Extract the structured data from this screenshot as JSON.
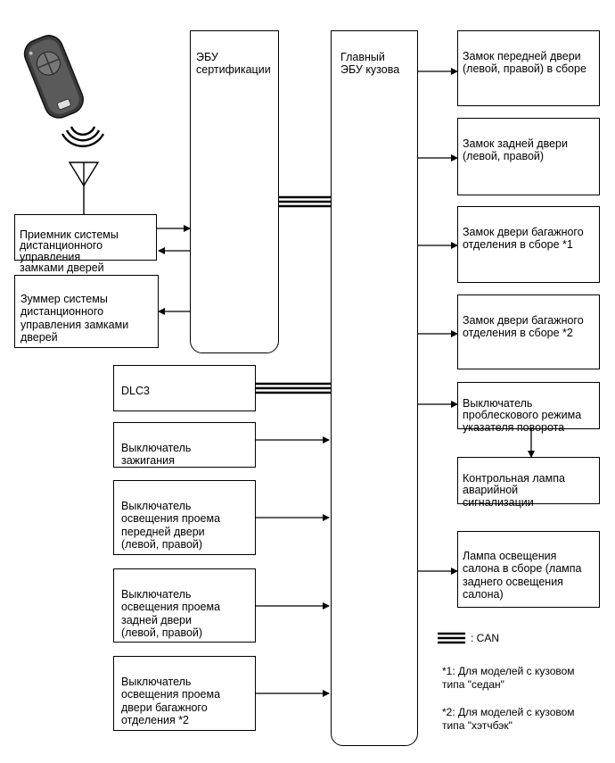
{
  "ecus": {
    "certification": "ЭБУ\nсертификации",
    "main_body": "Главный\nЭБУ кузова"
  },
  "inputs": {
    "receiver": "Приемник системы\nдистанционного\nуправления\nзамками дверей",
    "buzzer": "Зуммер системы\nдистанционного\nуправления замками\nдверей",
    "dlc3": "DLC3",
    "ignition_switch": "Выключатель\nзажигания",
    "front_door_courtesy": "Выключатель\nосвещения проема\nпередней двери\n(левой, правой)",
    "rear_door_courtesy": "Выключатель\nосвещения проема\nзадней двери\n(левой, правой)",
    "luggage_door_courtesy": "Выключатель\nосвещения проема\nдвери багажного\nотделения *2"
  },
  "outputs": {
    "front_door_lock": "Замок передней двери\n(левой, правой) в сборе",
    "rear_door_lock": "Замок задней двери\n(левой, правой)",
    "luggage_lock_1": "Замок двери багажного\nотделения в сборе *1",
    "luggage_lock_2": "Замок двери багажного\nотделения в сборе *2",
    "hazard_switch": "Выключатель\nпроблескового режима\nуказателя поворота",
    "hazard_lamp": "Контрольная лампа\nаварийной\nсигнализации",
    "room_lamp": "Лампа освещения\nсалона в сборе (лампа\nзаднего освещения\nсалона)"
  },
  "legend": {
    "can_label": ": CAN",
    "note_1": "*1: Для моделей с кузовом\nтипа \"седан\"",
    "note_2": "*2: Для моделей с кузовом\nтипа \"хэтчбэк\""
  }
}
